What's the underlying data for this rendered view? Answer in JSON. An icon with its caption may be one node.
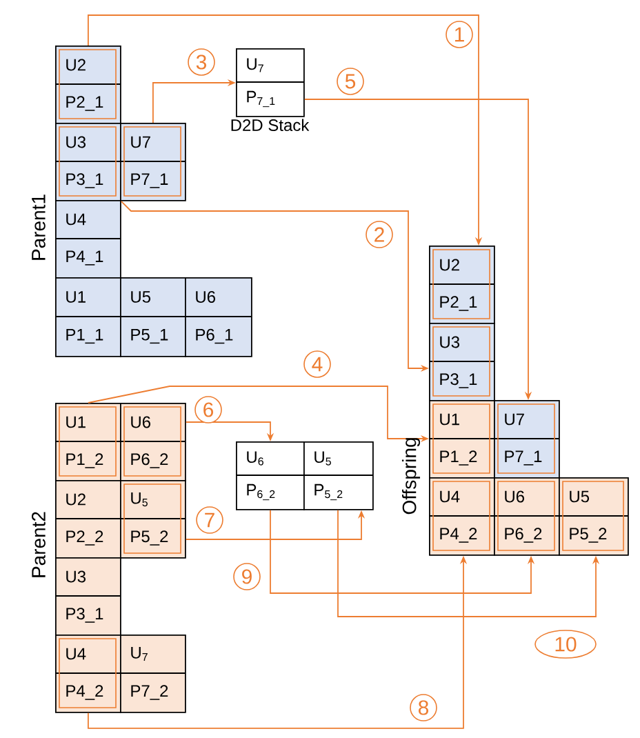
{
  "diagram": {
    "nodes": [
      {
        "text": [
          "U2",
          "P2_1"
        ]
      },
      {
        "text": [
          "U3",
          "P3_1"
        ]
      },
      {
        "text": [
          "U7",
          "P7_1"
        ]
      },
      {
        "text": [
          "U4",
          "P4_1"
        ]
      },
      {
        "text": [
          "U1",
          "P1_1"
        ]
      },
      {
        "text": [
          "U5",
          "P5_1"
        ]
      },
      {
        "text": [
          "U6",
          "P6_1"
        ]
      },
      {
        "text": [
          "U$_{7}$",
          "P$_{7_1}$"
        ],
        "beside": [
          "D2D Stack"
        ]
      },
      {
        "text": [
          "U1",
          "P1_2"
        ]
      },
      {
        "text": [
          "U6",
          "P6_2"
        ]
      },
      {
        "text": [
          "U2",
          "P2_2"
        ]
      },
      {
        "text": [
          "U$_{5}$",
          "P5_2"
        ]
      },
      {
        "text": [
          "U3",
          "P3_1"
        ]
      },
      {
        "text": [
          "U4",
          "P4_2"
        ]
      },
      {
        "text": [
          "U$_{7}$",
          "P7_2"
        ]
      },
      {
        "text": [
          "U$_{6}$",
          "P$_{6_2}$"
        ]
      },
      {
        "text": [
          "U$_{5}$",
          "P$_{5_2}$"
        ]
      },
      {
        "text": [
          "U2",
          "P2_1"
        ]
      },
      {
        "text": [
          "U3",
          "P3_1"
        ]
      },
      {
        "text": [
          "U1",
          "P1_2"
        ]
      },
      {
        "text": [
          "U7",
          "P7_1"
        ]
      },
      {
        "text": [
          "U4",
          "P4_2"
        ]
      },
      {
        "text": [
          "U6",
          "P6_2"
        ]
      },
      {
        "text": [
          "U5",
          "P5_2"
        ]
      }
    ],
    "edges": [
      {
        "from": 0,
        "to": 17,
        "arrow": "to",
        "label": "1"
      },
      {
        "from": 1,
        "to": 18,
        "arrow": "to",
        "label": "2"
      },
      {
        "from": 2,
        "to": 7,
        "arrow": "to",
        "label": "3"
      },
      {
        "from": 8,
        "to": 19,
        "arrow": "to",
        "label": "4"
      },
      {
        "from": 7,
        "to": 20,
        "arrow": "to",
        "label": "5"
      },
      {
        "from": 9,
        "to": 15,
        "arrow": "to",
        "label": "6"
      },
      {
        "from": 11,
        "to": 16,
        "arrow": "to",
        "label": "7"
      },
      {
        "from": 13,
        "to": 21,
        "arrow": "to",
        "label": "8"
      },
      {
        "from": 15,
        "to": 22,
        "arrow": "to",
        "label": "9"
      },
      {
        "from": 16,
        "to": 23,
        "arrow": "to",
        "label": "10"
      }
    ],
    "labels": [
      "Parent1",
      "Parent2",
      "Offspring"
    ]
  }
}
